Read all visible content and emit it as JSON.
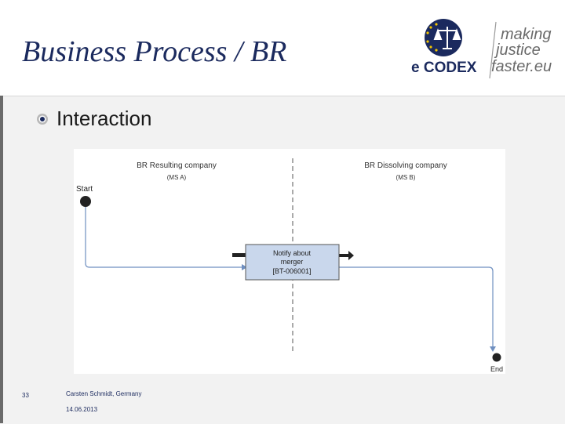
{
  "slide": {
    "title": "Business Process / BR",
    "bullet": "Interaction",
    "footer": {
      "page_number": "33",
      "author": "Carsten Schmidt, Germany",
      "date": "14.06.2013"
    }
  },
  "logo": {
    "brand": "e CODEX",
    "tagline_1": "making",
    "tagline_2": "justice",
    "tagline_3": "faster.eu",
    "colors": {
      "navy": "#1b2a5e",
      "gold": "#f2c500",
      "grey": "#9a9a9a"
    }
  },
  "diagram": {
    "lane_left": {
      "name": "BR Resulting company",
      "sub": "(MS A)"
    },
    "lane_right": {
      "name": "BR Dissolving company",
      "sub": "(MS B)"
    },
    "start_label": "Start",
    "end_label": "End",
    "task": {
      "line1": "Notify about",
      "line2": "merger",
      "line3": "[BT-006001]"
    },
    "colors": {
      "task_fill": "#c9d7ec",
      "flow": "#6f8fc0"
    }
  }
}
